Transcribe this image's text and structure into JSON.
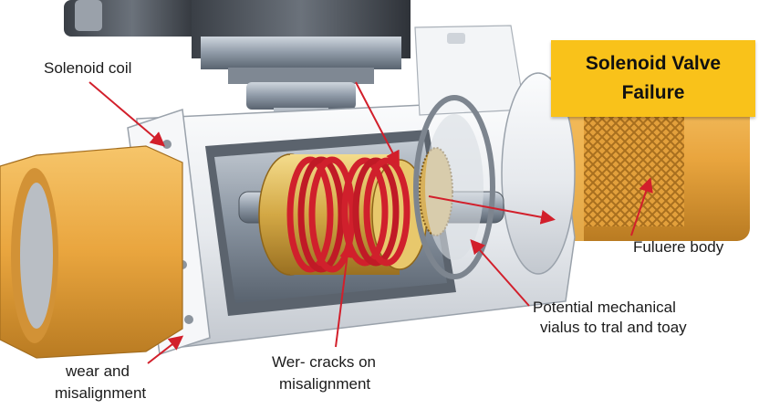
{
  "title": {
    "line1": "Solenoid Valve",
    "line2": "Failure"
  },
  "labels": {
    "solenoid_coil": "Solenoid coil",
    "fuluere_body": "Fuluere body",
    "potential_line1": "Potential mechanical",
    "potential_line2": "vialus to tral and toay",
    "wer_line1": "Wer- cracks on",
    "wer_line2": "misalignment",
    "wear_line1": "wear and",
    "wear_line2": "misalignment"
  },
  "colors": {
    "brass": "#e7a53c",
    "coil_red": "#d0202c",
    "body_white": "#eceff2",
    "arrow_red": "#d21f2b",
    "title_yellow": "#f9c21a"
  }
}
